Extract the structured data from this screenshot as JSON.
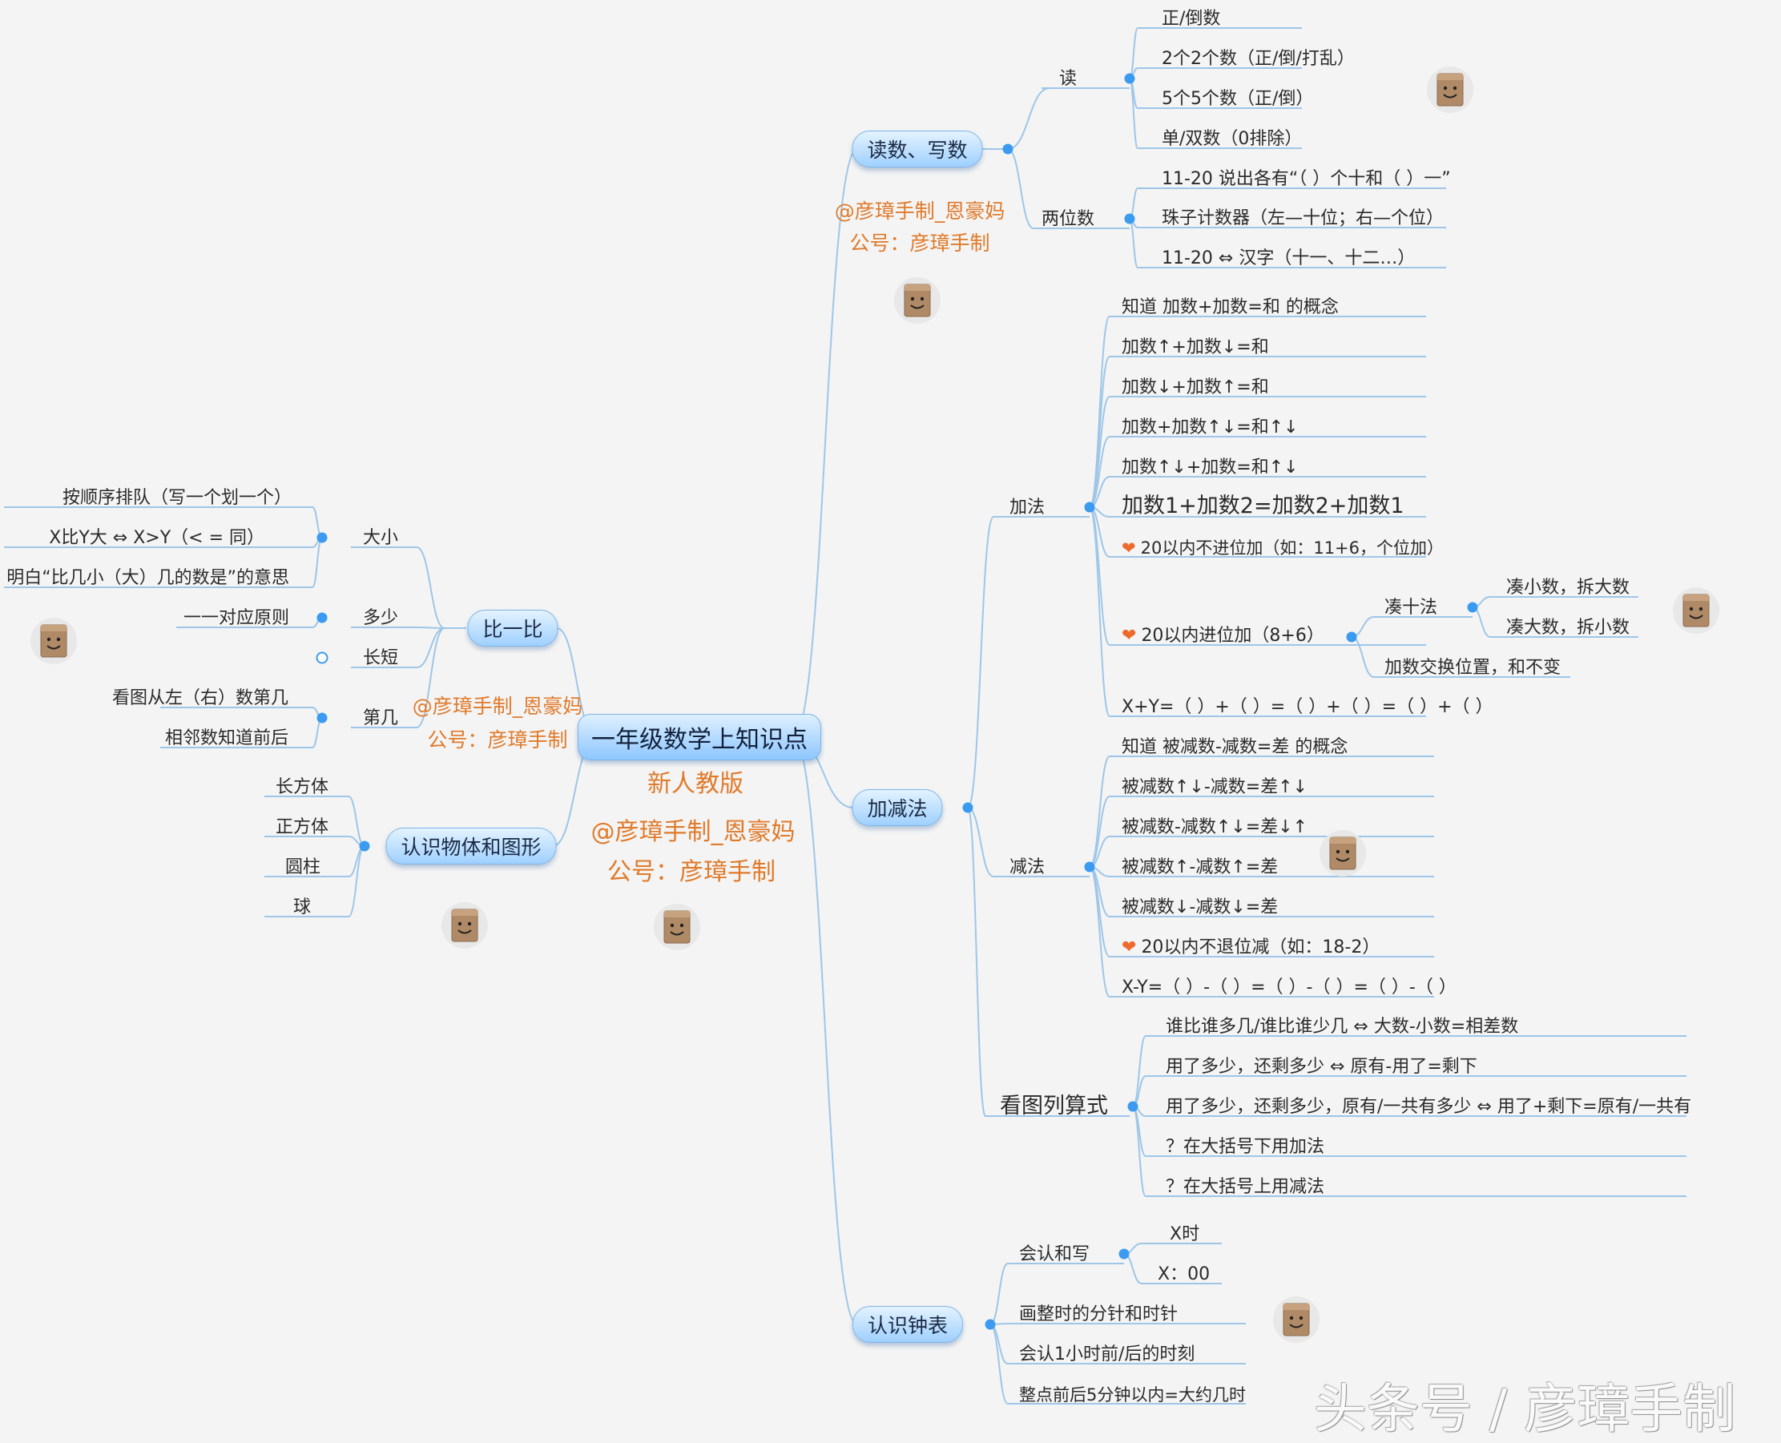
{
  "root": {
    "title": "一年级数学上知识点",
    "edition": "新人教版",
    "author": "@彦璋手制_恩豪妈",
    "account": "公号：彦璋手制"
  },
  "watermark": "头条号 / 彦璋手制",
  "branches": {
    "read_write": {
      "label": "读数、写数",
      "author": "@彦璋手制_恩豪妈",
      "account": "公号：彦璋手制",
      "read": {
        "label": "读",
        "items": [
          "正/倒数",
          "2个2个数（正/倒/打乱）",
          "5个5个数（正/倒）",
          "单/双数（0排除）"
        ]
      },
      "two_digit": {
        "label": "两位数",
        "items": [
          "11-20 说出各有“（ ）个十和（ ）一”",
          "珠子计数器（左—十位；右—个位）",
          "11-20 ⇔ 汉字（十一、十二…）"
        ]
      }
    },
    "add_sub": {
      "label": "加减法",
      "add": {
        "label": "加法",
        "items": [
          "知道 加数+加数=和 的概念",
          "加数↑+加数↓=和",
          "加数↓+加数↑=和",
          "加数+加数↑↓=和↑↓",
          "加数↑↓+加数=和↑↓",
          "加数1+加数2=加数2+加数1",
          "20以内不进位加（如：11+6，个位加）",
          "20以内进位加（8+6）",
          "X+Y=（ ）+（ ）=（ ）+（ ）=（ ）+（ ）"
        ],
        "carry": {
          "label": "凑十法",
          "items": [
            "凑小数，拆大数",
            "凑大数，拆小数"
          ],
          "swap": "加数交换位置，和不变"
        }
      },
      "sub": {
        "label": "减法",
        "items": [
          "知道 被减数-减数=差 的概念",
          "被减数↑↓-减数=差↑↓",
          "被减数-减数↑↓=差↓↑",
          "被减数↑-减数↑=差",
          "被减数↓-减数↓=差",
          "20以内不退位减（如：18-2）",
          "X-Y=（ ）-（ ）=（ ）-（ ）=（ ）-（ ）"
        ]
      },
      "picture": {
        "label": "看图列算式",
        "items": [
          "谁比谁多几/谁比谁少几 ⇔ 大数-小数=相差数",
          "用了多少，还剩多少 ⇔ 原有-用了=剩下",
          "用了多少，还剩多少，原有/一共有多少 ⇔ 用了+剩下=原有/一共有",
          "？在大括号下用加法",
          "？在大括号上用减法"
        ]
      }
    },
    "clock": {
      "label": "认识钟表",
      "read_write": {
        "label": "会认和写",
        "items": [
          "X时",
          "X：00"
        ]
      },
      "items": [
        "画整时的分针和时针",
        "会认1小时前/后的时刻",
        "整点前后5分钟以内=大约几时"
      ]
    },
    "compare": {
      "label": "比一比",
      "author": "@彦璋手制_恩豪妈",
      "account": "公号：彦璋手制",
      "size": {
        "label": "大小",
        "items": [
          "按顺序排队（写一个划一个）",
          "X比Y大 ⇔ X>Y（< = 同）",
          "明白“比几小（大）几的数是”的意思"
        ]
      },
      "amount": {
        "label": "多少",
        "items": [
          "一一对应原则"
        ]
      },
      "length": {
        "label": "长短"
      },
      "order": {
        "label": "第几",
        "items": [
          "看图从左（右）数第几",
          "相邻数知道前后"
        ]
      }
    },
    "shapes": {
      "label": "认识物体和图形",
      "items": [
        "长方体",
        "正方体",
        "圆柱",
        "球"
      ]
    }
  },
  "colors": {
    "link": "#9ec6e8",
    "dot": "#3b9bf0",
    "accent": "#e07a2a",
    "heart": "#ee6a2c"
  },
  "icons": [
    "smiley-box-icon",
    "heart-icon"
  ]
}
